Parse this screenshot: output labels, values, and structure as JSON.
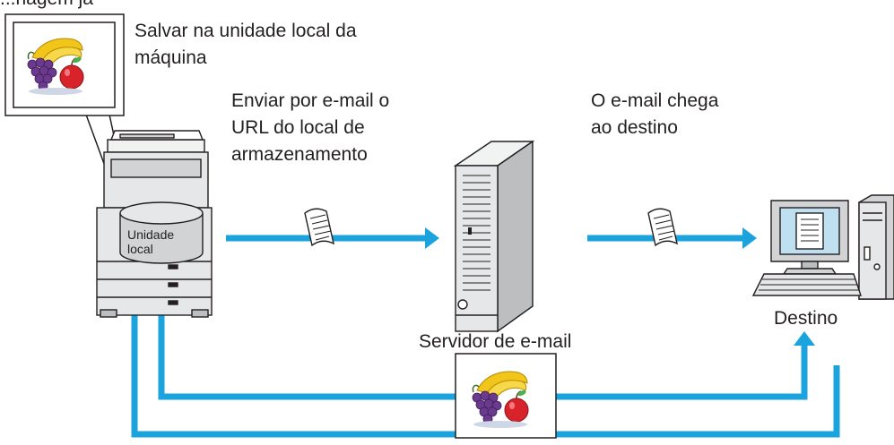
{
  "texts": {
    "top_partial": "...nagem já",
    "save_local": "Salvar na unidade local da\nmáquina",
    "send_email": "Enviar por e-mail o\nURL do local de\narmazenamento",
    "email_arrives": "O e-mail chega\nao destino",
    "drive_label": "Unidade\nlocal",
    "server_label": "Servidor de e-mail",
    "destination_label": "Destino"
  },
  "colors": {
    "arrow": "#1ba3dd",
    "outline": "#231f20",
    "monitor_screen": "#bfe0f0",
    "device_gray": "#e6e7e8"
  },
  "icons": {
    "document_1": "email-document-icon",
    "document_2": "email-document-icon",
    "photo_1": "fruit-photo-icon",
    "photo_2": "fruit-photo-icon",
    "printer": "multifunction-printer-icon",
    "server": "server-tower-icon",
    "computer": "desktop-computer-icon"
  }
}
